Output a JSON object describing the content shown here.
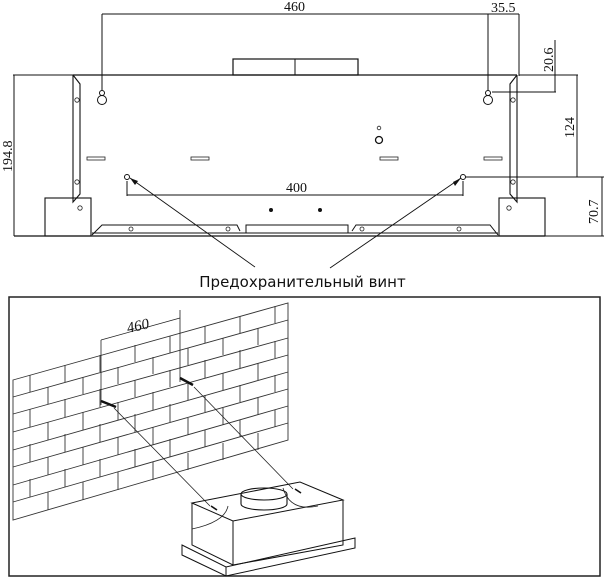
{
  "front_view": {
    "dimensions": {
      "mounting_hole_spacing": "460",
      "hole_offset_right": "35.5",
      "hole_offset_top": "20.6",
      "hole_to_screw_height": "124",
      "total_height": "194.8",
      "safety_screw_spacing": "400",
      "screw_height_from_bottom": "70.7"
    },
    "callout_label": "Предохранительный винт"
  },
  "isometric_view": {
    "dimensions": {
      "wall_hook_spacing": "460"
    },
    "elements": [
      "brick-wall",
      "wall-hooks",
      "cooker-hood-unit",
      "exhaust-collar"
    ]
  },
  "colors": {
    "line": "#111111",
    "background": "#ffffff"
  }
}
